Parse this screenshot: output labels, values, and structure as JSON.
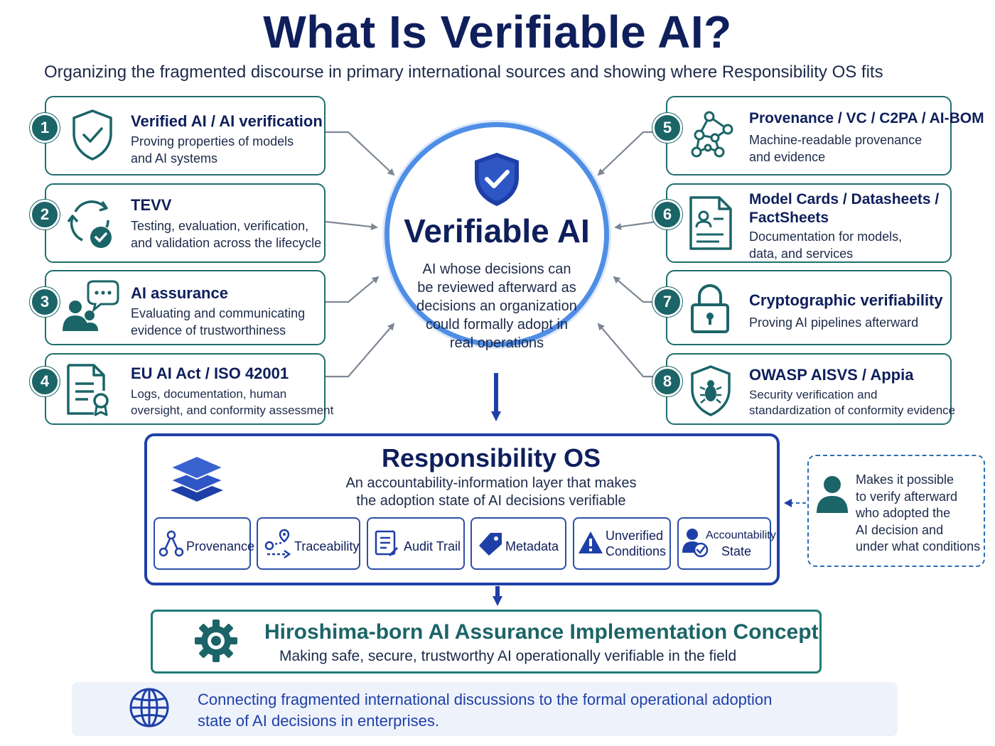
{
  "title": "What Is Verifiable AI?",
  "subtitle": "Organizing the fragmented discourse in primary international sources and showing where Responsibility OS fits",
  "left_cards": [
    {
      "num": "1",
      "title": "Verified AI / AI verification",
      "desc": [
        "Proving properties of models",
        "and AI systems"
      ],
      "icon": "shield-check-icon"
    },
    {
      "num": "2",
      "title": "TEVV",
      "desc": [
        "Testing, evaluation, verification,",
        "and validation across the lifecycle"
      ],
      "icon": "cycle-check-icon"
    },
    {
      "num": "3",
      "title": "AI assurance",
      "desc": [
        "Evaluating and communicating",
        "evidence of trustworthiness"
      ],
      "icon": "people-chat-icon"
    },
    {
      "num": "4",
      "title": "EU AI Act / ISO 42001",
      "desc": [
        "Logs, documentation, human",
        "oversight, and conformity assessment"
      ],
      "icon": "document-certificate-icon"
    }
  ],
  "right_cards": [
    {
      "num": "5",
      "title": "Provenance / VC / C2PA / AI-BOM",
      "desc": [
        "Machine-readable provenance",
        "and evidence"
      ],
      "icon": "network-graph-icon"
    },
    {
      "num": "6",
      "title": [
        "Model Cards / Datasheets /",
        "FactSheets"
      ],
      "desc": [
        "Documentation for models,",
        "data, and services"
      ],
      "icon": "profile-document-icon"
    },
    {
      "num": "7",
      "title": "Cryptographic verifiability",
      "desc": [
        "Proving AI pipelines afterward"
      ],
      "icon": "padlock-icon"
    },
    {
      "num": "8",
      "title": "OWASP AISVS / Appia",
      "desc": [
        "Security verification and",
        "standardization of conformity evidence"
      ],
      "icon": "shield-bug-icon"
    }
  ],
  "center": {
    "title": "Verifiable AI",
    "desc": [
      "AI whose decisions can",
      "be reviewed afterward as",
      "decisions an organization",
      "could formally adopt in",
      "real operations"
    ]
  },
  "responsibility_os": {
    "title": "Responsibility OS",
    "desc": [
      "An accountability-information layer that makes",
      "the adoption state of AI decisions verifiable"
    ],
    "chips": [
      {
        "label": "Provenance",
        "icon": "provenance-icon"
      },
      {
        "label": "Traceability",
        "icon": "traceability-icon"
      },
      {
        "label": "Audit Trail",
        "icon": "audit-trail-icon"
      },
      {
        "label": "Metadata",
        "icon": "tag-icon"
      },
      {
        "label": [
          "Unverified",
          "Conditions"
        ],
        "icon": "warning-icon"
      },
      {
        "label": [
          "Accountability",
          "State"
        ],
        "icon": "person-check-icon"
      }
    ]
  },
  "side_note": [
    "Makes it possible",
    "to verify afterward",
    "who adopted the",
    "AI decision and",
    "under what conditions"
  ],
  "hiroshima": {
    "title": "Hiroshima-born AI Assurance Implementation Concept",
    "desc": "Making safe, secure, trustworthy AI operationally verifiable in the field"
  },
  "footer": [
    "Connecting fragmented international discussions to the formal operational adoption",
    "state of AI decisions in enterprises."
  ],
  "colors": {
    "navy": "#0f1f5c",
    "teal": "#1b6467",
    "blue": "#1f3fa8",
    "circle": "#4f8ee6"
  }
}
